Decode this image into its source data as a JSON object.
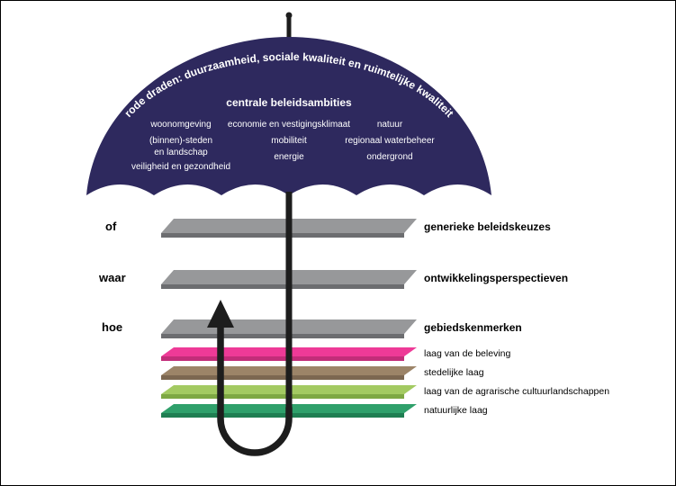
{
  "colors": {
    "umbrella": "#2e295e",
    "pole": "#1d1d1d"
  },
  "umbrella": {
    "arc_text": "rode draden: duurzaamheid, sociale kwaliteit en ruimtelijke kwaliteit",
    "heading": "centrale beleidsambities",
    "col_left": {
      "item1": "woonomgeving",
      "item2": "(binnen)-steden\nen landschap",
      "item3": "veiligheid en gezondheid"
    },
    "col_mid": {
      "item1": "economie en vestigingsklimaat",
      "item2": "mobiliteit",
      "item3": "energie"
    },
    "col_right": {
      "item1": "natuur",
      "item2": "regionaal waterbeheer",
      "item3": "ondergrond"
    }
  },
  "layers": [
    {
      "side_label": "of",
      "label": "generieke beleidskeuzes",
      "face": "#97989a",
      "edge": "#6c6d70"
    },
    {
      "side_label": "waar",
      "label": "ontwikkelingsperspectieven",
      "face": "#97989a",
      "edge": "#6c6d70"
    },
    {
      "side_label": "hoe",
      "label": "gebiedskenmerken",
      "face": "#97989a",
      "edge": "#6c6d70"
    },
    {
      "label": "laag van de beleving",
      "face": "#ee3a97",
      "edge": "#c22d79"
    },
    {
      "label": "stedelijke laag",
      "face": "#9c8468",
      "edge": "#7c6751"
    },
    {
      "label": "laag van de agrarische cultuurlandschappen",
      "face": "#a3ca62",
      "edge": "#7ea844"
    },
    {
      "label": "natuurlijke laag",
      "face": "#2fa06b",
      "edge": "#1f7e52"
    }
  ]
}
